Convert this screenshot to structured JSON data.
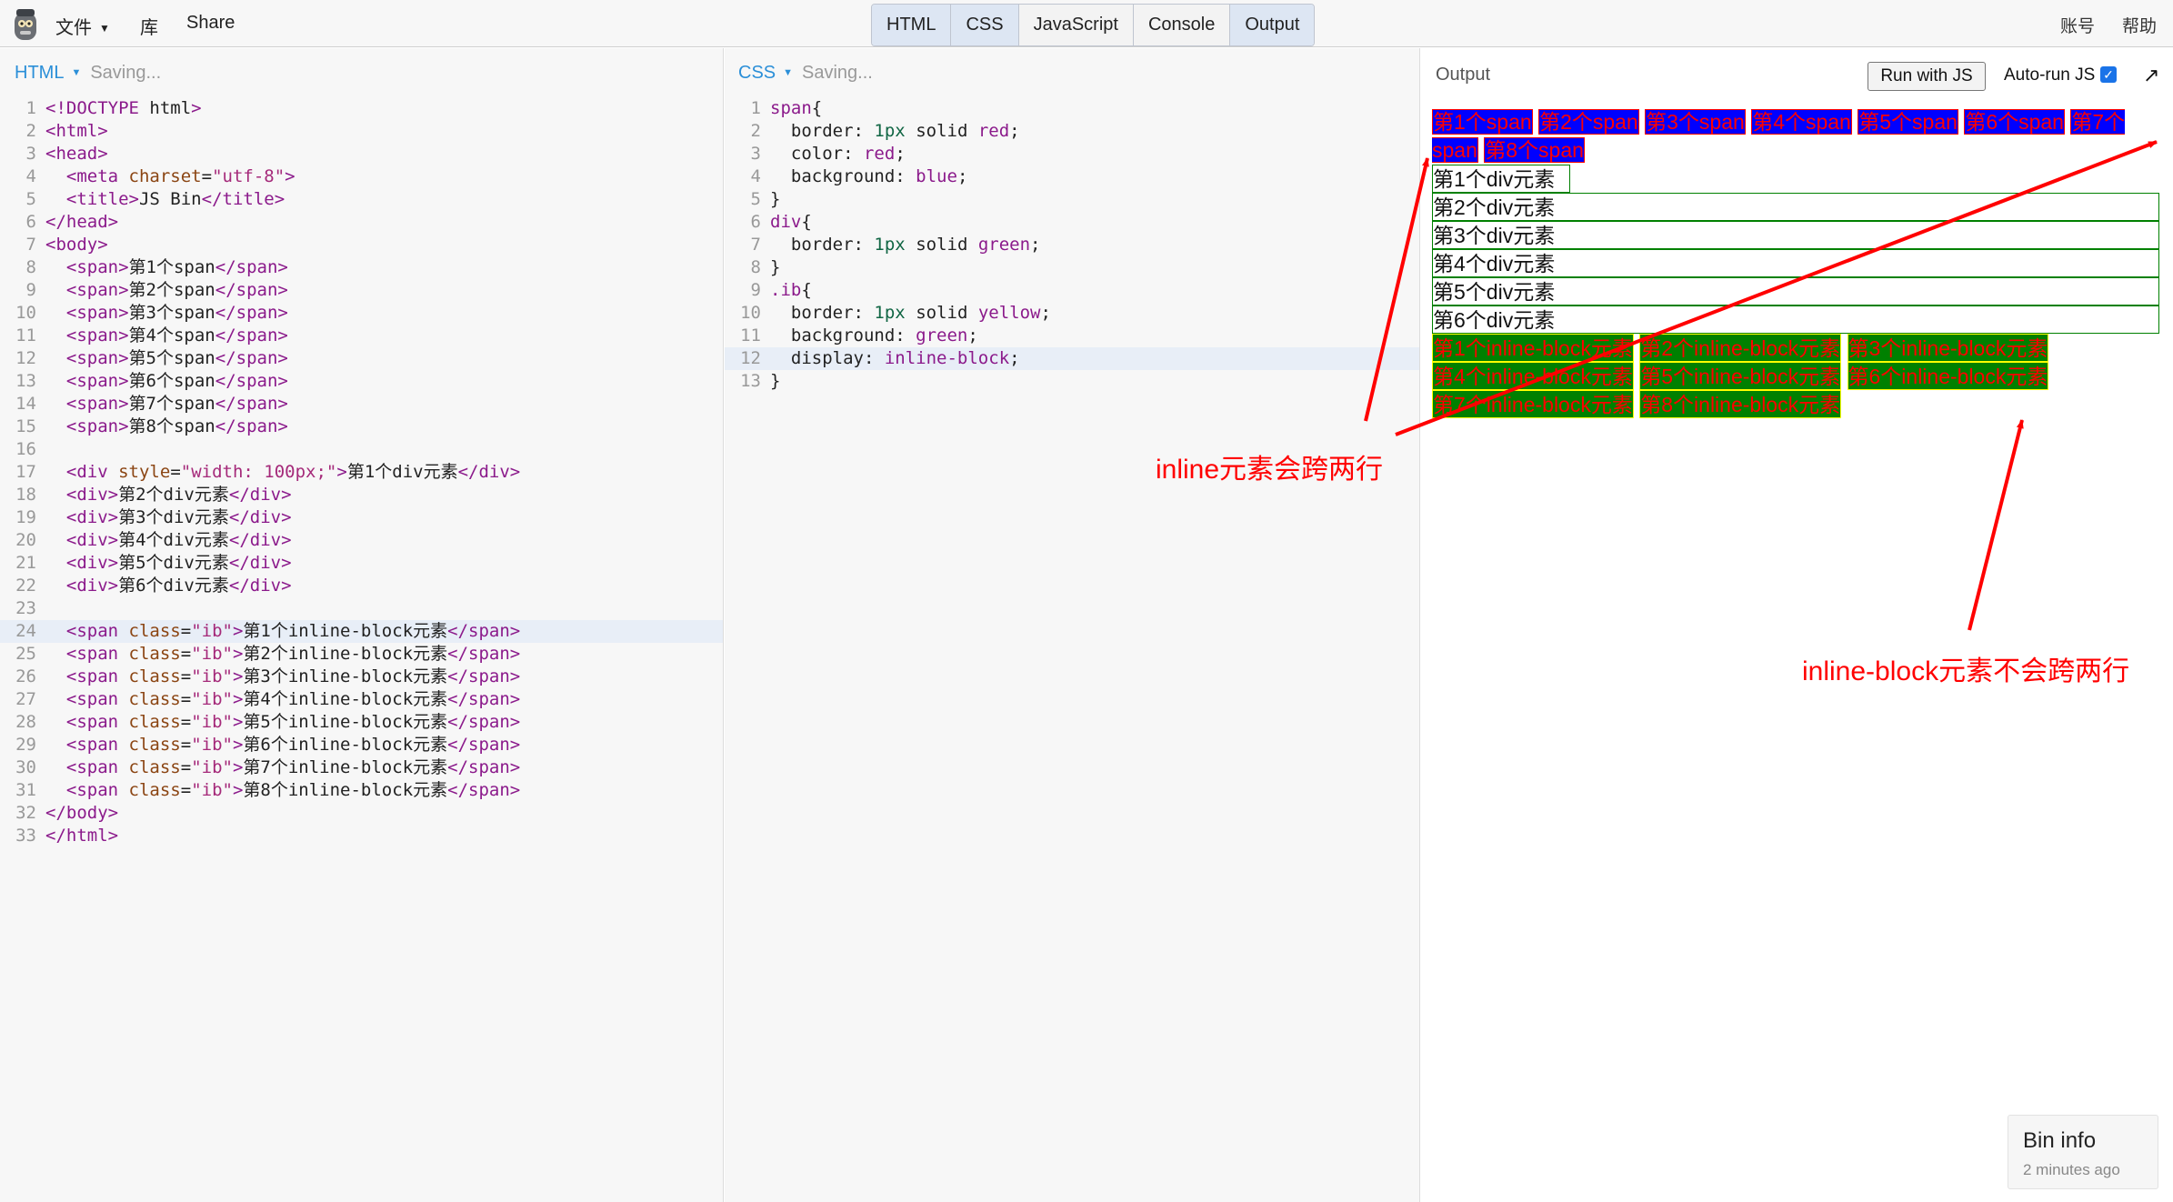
{
  "topbar": {
    "menu": {
      "file": "文件",
      "library": "库",
      "share": "Share"
    },
    "tabs": [
      "HTML",
      "CSS",
      "JavaScript",
      "Console",
      "Output"
    ],
    "account": "账号",
    "help": "帮助"
  },
  "html_panel": {
    "label": "HTML",
    "status": "Saving...",
    "lines": [
      "<!DOCTYPE html>",
      "<html>",
      "<head>",
      "  <meta charset=\"utf-8\">",
      "  <title>JS Bin</title>",
      "</head>",
      "<body>",
      "  <span>第1个span</span>",
      "  <span>第2个span</span>",
      "  <span>第3个span</span>",
      "  <span>第4个span</span>",
      "  <span>第5个span</span>",
      "  <span>第6个span</span>",
      "  <span>第7个span</span>",
      "  <span>第8个span</span>",
      "",
      "  <div style=\"width: 100px;\">第1个div元素</div>",
      "  <div>第2个div元素</div>",
      "  <div>第3个div元素</div>",
      "  <div>第4个div元素</div>",
      "  <div>第5个div元素</div>",
      "  <div>第6个div元素</div>",
      "",
      "  <span class=\"ib\">第1个inline-block元素</span>",
      "  <span class=\"ib\">第2个inline-block元素</span>",
      "  <span class=\"ib\">第3个inline-block元素</span>",
      "  <span class=\"ib\">第4个inline-block元素</span>",
      "  <span class=\"ib\">第5个inline-block元素</span>",
      "  <span class=\"ib\">第6个inline-block元素</span>",
      "  <span class=\"ib\">第7个inline-block元素</span>",
      "  <span class=\"ib\">第8个inline-block元素</span>",
      "</body>",
      "</html>"
    ]
  },
  "css_panel": {
    "label": "CSS",
    "status": "Saving...",
    "lines": [
      "span{",
      "  border: 1px solid red;",
      "  color: red;",
      "  background: blue;",
      "}",
      "div{",
      "  border: 1px solid green;",
      "}",
      ".ib{",
      "  border: 1px solid yellow;",
      "  background: green;",
      "  display: inline-block;",
      "}"
    ]
  },
  "output_panel": {
    "label": "Output",
    "run_button": "Run with JS",
    "autorun_label": "Auto-run JS",
    "autorun_checked": true,
    "spans": [
      "第1个span",
      "第2个span",
      "第3个span",
      "第4个span",
      "第5个span",
      "第6个span",
      "第7个span",
      "第8个span"
    ],
    "divs": [
      "第1个div元素",
      "第2个div元素",
      "第3个div元素",
      "第4个div元素",
      "第5个div元素",
      "第6个div元素"
    ],
    "inline_blocks": [
      "第1个inline-block元素",
      "第2个inline-block元素",
      "第3个inline-block元素",
      "第4个inline-block元素",
      "第5个inline-block元素",
      "第6个inline-block元素",
      "第7个inline-block元素",
      "第8个inline-block元素"
    ]
  },
  "annotations": {
    "inline": "inline元素会跨两行",
    "inline_block": "inline-block元素不会跨两行",
    "color": "#ff0000"
  },
  "bin_info": {
    "title": "Bin info",
    "time": "2 minutes ago"
  }
}
